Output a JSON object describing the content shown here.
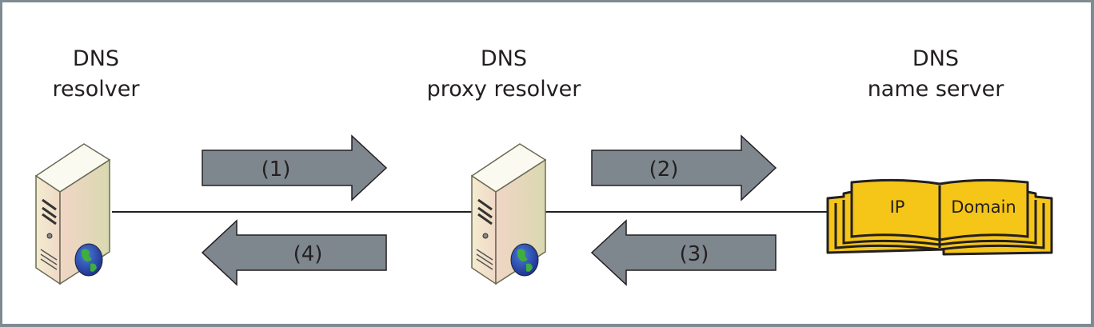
{
  "nodes": {
    "resolver": {
      "line1": "DNS",
      "line2": "resolver",
      "icon": "server-globe-icon"
    },
    "proxy": {
      "line1": "DNS",
      "line2": "proxy resolver",
      "icon": "server-globe-icon"
    },
    "nameserver": {
      "line1": "DNS",
      "line2": "name server",
      "icon": "book-icon"
    }
  },
  "book": {
    "left_page": "IP",
    "right_page": "Domain"
  },
  "arrows": [
    {
      "label": "(1)",
      "direction": "right",
      "from": "resolver",
      "to": "proxy"
    },
    {
      "label": "(2)",
      "direction": "right",
      "from": "proxy",
      "to": "nameserver"
    },
    {
      "label": "(3)",
      "direction": "left",
      "from": "nameserver",
      "to": "proxy"
    },
    {
      "label": "(4)",
      "direction": "left",
      "from": "proxy",
      "to": "resolver"
    }
  ],
  "colors": {
    "frame": "#7f8b93",
    "arrow_fill": "#7f878e",
    "book_fill": "#f5c518",
    "text": "#231f20"
  }
}
